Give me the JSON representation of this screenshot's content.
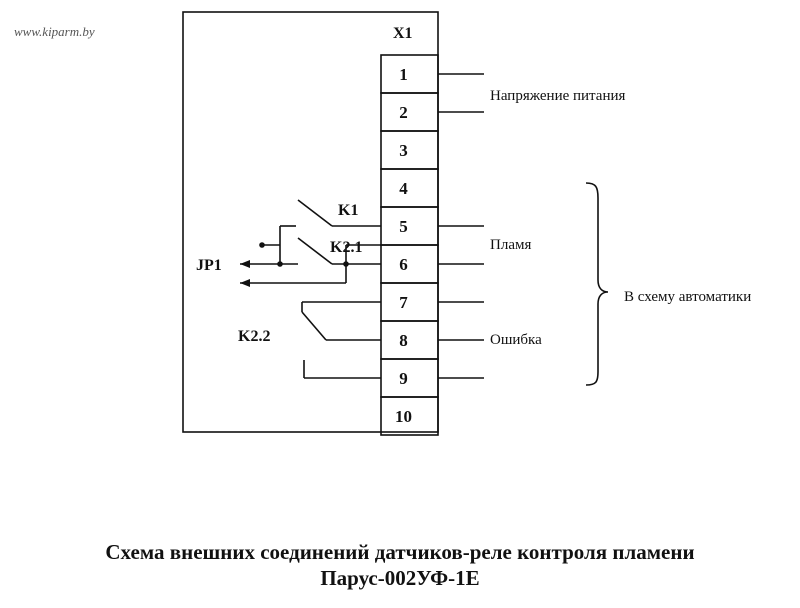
{
  "watermark": "www.kiparm.by",
  "connector_label": "X1",
  "terminals": [
    "1",
    "2",
    "3",
    "4",
    "5",
    "6",
    "7",
    "8",
    "9",
    "10"
  ],
  "contacts": {
    "k1": "K1",
    "k21": "K2.1",
    "k22": "K2.2",
    "jumper": "JP1"
  },
  "signals": {
    "power": "Напряжение питания",
    "flame": "Пламя",
    "error": "Ошибка",
    "automation": "В схему автоматики"
  },
  "caption": {
    "line1": "Схема внешних соединений датчиков-реле контроля пламени",
    "line2": "Парус-002УФ-1Е"
  }
}
